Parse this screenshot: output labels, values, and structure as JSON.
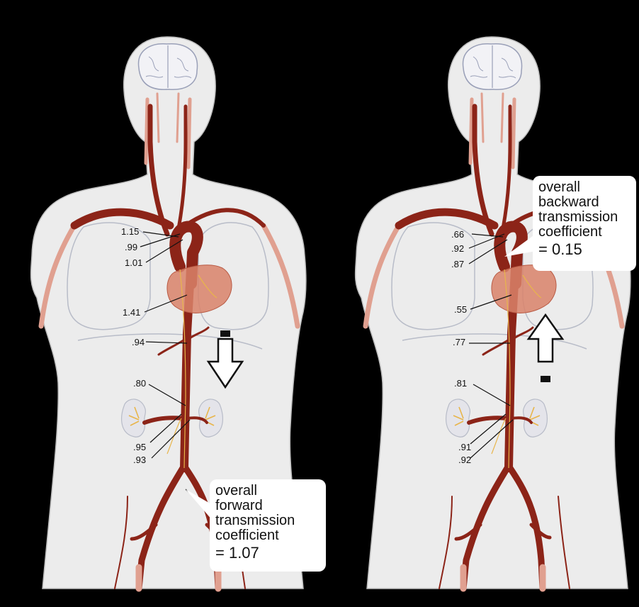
{
  "panels": [
    {
      "id": "forward",
      "labels": [
        ".1.15",
        ".99",
        "1.01",
        "1.41",
        ".94",
        ".80",
        ".95",
        ".93"
      ],
      "callout": {
        "lines": [
          "overall",
          "forward",
          "transmission",
          "coefficient"
        ],
        "value": "= 1.07"
      },
      "arrow_direction": "down"
    },
    {
      "id": "backward",
      "labels": [
        ".66",
        ".92",
        ".87",
        ".55",
        ".77",
        ".81",
        ".91",
        ".92"
      ],
      "callout": {
        "lines": [
          "overall",
          "backward",
          "transmission",
          "coefficient"
        ],
        "value": "= 0.15"
      },
      "arrow_direction": "up"
    }
  ],
  "colors": {
    "background": "#000000",
    "body": "#ececec",
    "body_outline": "#bdbdbd",
    "artery": "#8c2418",
    "artery_light": "#e0a090",
    "heart": "#d9826a",
    "lung_outline": "#b8bcc8",
    "kidney": "#e4e4ea",
    "nerve": "#e8b54a"
  }
}
